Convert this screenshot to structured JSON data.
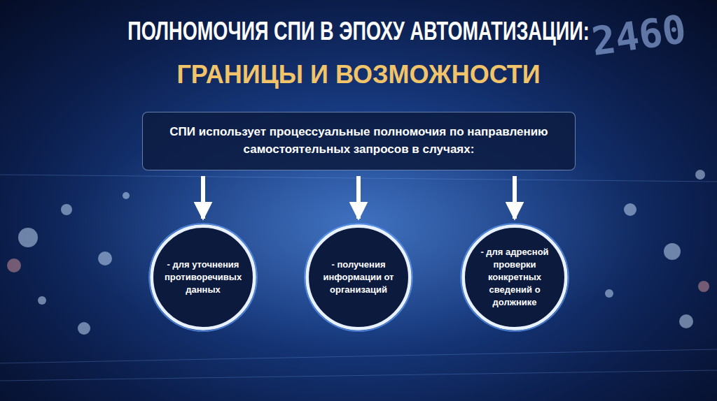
{
  "diagram": {
    "title": "ПОЛНОМОЧИЯ СПИ В ЭПОХУ АВТОМАТИЗАЦИИ:",
    "nodes": [
      {
        "text": [
          "СПИ использует процессуальные полномочия по направлению самостоятельных запросов в случаях:"
        ]
      },
      {
        "text": [
          "- для уточнения противоречивых данных"
        ]
      },
      {
        "text": [
          "- получения информации от организаций"
        ]
      },
      {
        "text": [
          "- для адресной проверки конкретных сведений о должнике"
        ]
      }
    ],
    "edges": [
      {
        "from": 0,
        "to": 1,
        "arrow": "to"
      },
      {
        "from": 0,
        "to": 2,
        "arrow": "to"
      },
      {
        "from": 0,
        "to": 3,
        "arrow": "to"
      }
    ],
    "labels": [
      "ГРАНИЦЫ И ВОЗМОЖНОСТИ",
      "2460"
    ]
  }
}
